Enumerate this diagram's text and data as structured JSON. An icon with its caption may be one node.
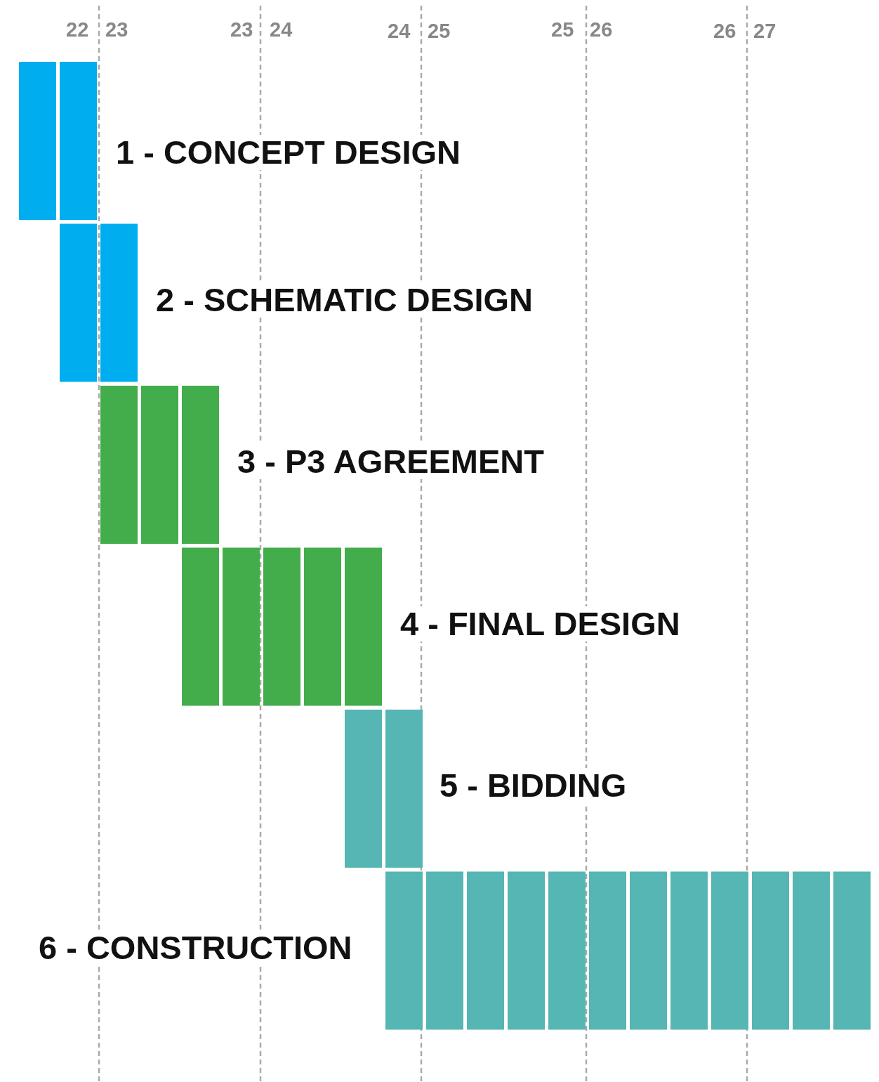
{
  "diagram": {
    "nodes": [
      {
        "text": [
          "1 - CONCEPT DESIGN"
        ]
      },
      {
        "text": [
          "2 - SCHEMATIC DESIGN"
        ]
      },
      {
        "text": [
          "3 - P3 AGREEMENT"
        ]
      },
      {
        "text": [
          "4 - FINAL DESIGN"
        ]
      },
      {
        "text": [
          "5 - BIDDING"
        ]
      },
      {
        "text": [
          "6 - CONSTRUCTION"
        ]
      }
    ],
    "labels": [
      "22",
      "23",
      "23",
      "24",
      "24",
      "25",
      "25",
      "26",
      "26",
      "27"
    ]
  }
}
